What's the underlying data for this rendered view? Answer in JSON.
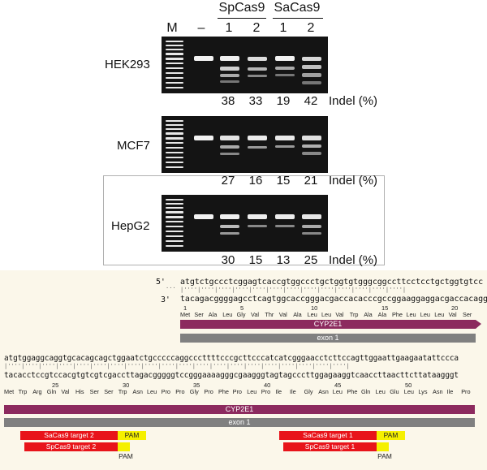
{
  "gel": {
    "ladder_label": "M",
    "control_label": "–",
    "groups": [
      {
        "name": "SpCas9",
        "lanes": [
          "1",
          "2"
        ]
      },
      {
        "name": "SaCas9",
        "lanes": [
          "1",
          "2"
        ]
      }
    ],
    "panels": [
      {
        "cell_line": "HEK293",
        "indel": [
          "38",
          "33",
          "19",
          "42"
        ],
        "indel_label": "Indel (%)"
      },
      {
        "cell_line": "MCF7",
        "indel": [
          "27",
          "16",
          "15",
          "21"
        ],
        "indel_label": "Indel (%)"
      },
      {
        "cell_line": "HepG2",
        "indel": [
          "30",
          "15",
          "13",
          "25"
        ],
        "indel_label": "Indel (%)"
      }
    ]
  },
  "sequence": {
    "row1": {
      "end5": "5'",
      "end3": "3'",
      "top": "atgtctgccctcggagtcaccgtggccctgctggtgtgggcggccttcctcctgctggtgtcc",
      "bottom": "tacagacggggagcctcagtggcaccgggacgaccacacccgccggaaggaggacgaccacagg",
      "aa": [
        "Met",
        "Ser",
        "Ala",
        "Leu",
        "Gly",
        "Val",
        "Thr",
        "Val",
        "Ala",
        "Leu",
        "Leu",
        "Val",
        "Trp",
        "Ala",
        "Ala",
        "Phe",
        "Leu",
        "Leu",
        "Leu",
        "Val",
        "Ser"
      ],
      "positions": [
        "1",
        "5",
        "10",
        "15",
        "20"
      ],
      "gene": "CYP2E1",
      "exon": "exon 1"
    },
    "row2": {
      "top": "atgtggaggcaggtgcacagcagctggaatctgcccccaggcccttttcccgcttcccatcatcgggaacctcttccagttggaattgaagaatattccca",
      "bottom": "tacacctccgtccacgtgtcgtcgaccttagacgggggtccgggaaaagggcgaagggtagtagcccttggagaaggtcaaccttaacttcttataagggt",
      "aa": [
        "Met",
        "Trp",
        "Arg",
        "Gln",
        "Val",
        "His",
        "Ser",
        "Ser",
        "Trp",
        "Asn",
        "Leu",
        "Pro",
        "Pro",
        "Gly",
        "Pro",
        "Phe",
        "Pro",
        "Leu",
        "Pro",
        "Ile",
        "Ile",
        "Gly",
        "Asn",
        "Leu",
        "Phe",
        "Gln",
        "Leu",
        "Glu",
        "Leu",
        "Lys",
        "Asn",
        "Ile",
        "Pro"
      ],
      "positions": [
        "25",
        "30",
        "35",
        "40",
        "45",
        "50"
      ],
      "gene": "CYP2E1",
      "exon": "exon 1",
      "targets": {
        "sa2": "SaCas9 target 2",
        "sp2": "SpCas9 target 2",
        "sa1": "SaCas9 target 1",
        "sp1": "SpCas9 target 1",
        "pam": "PAM"
      }
    }
  },
  "colors": {
    "gene_bar": "#8c2a5e",
    "exon_bar": "#808080",
    "target_bar": "#e8141a",
    "pam_box": "#f5f000",
    "panel_bg": "#fbf7ea"
  }
}
